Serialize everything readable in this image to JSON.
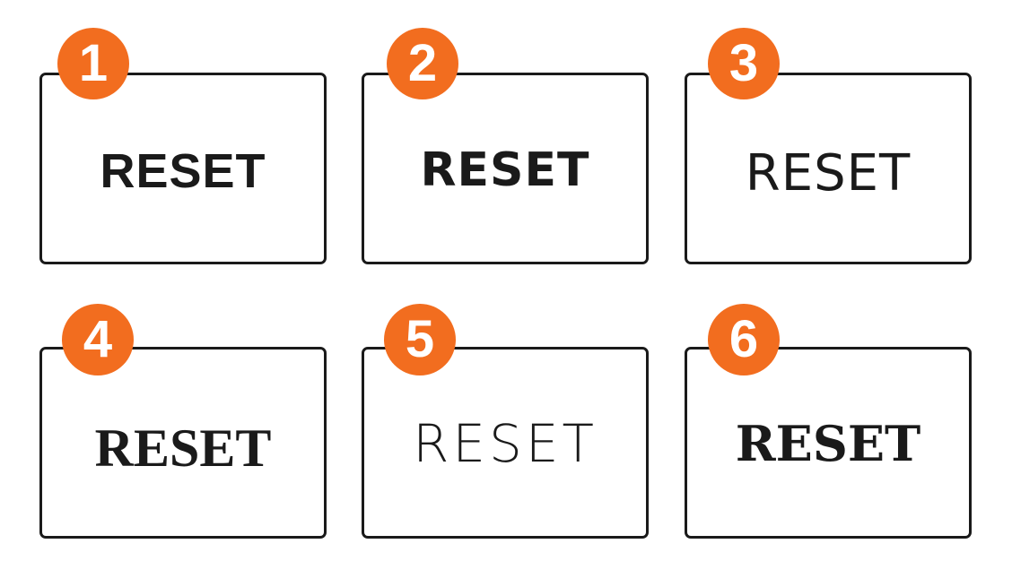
{
  "options": [
    {
      "number": "1",
      "label": "RESET"
    },
    {
      "number": "2",
      "label": "RESET"
    },
    {
      "number": "3",
      "label": "RESET"
    },
    {
      "number": "4",
      "label": "RESET"
    },
    {
      "number": "5",
      "label": "RESET"
    },
    {
      "number": "6",
      "label": "RESET"
    }
  ],
  "colors": {
    "badge": "#f26d1f",
    "border": "#1a1a1a",
    "text": "#1a1a1a"
  }
}
